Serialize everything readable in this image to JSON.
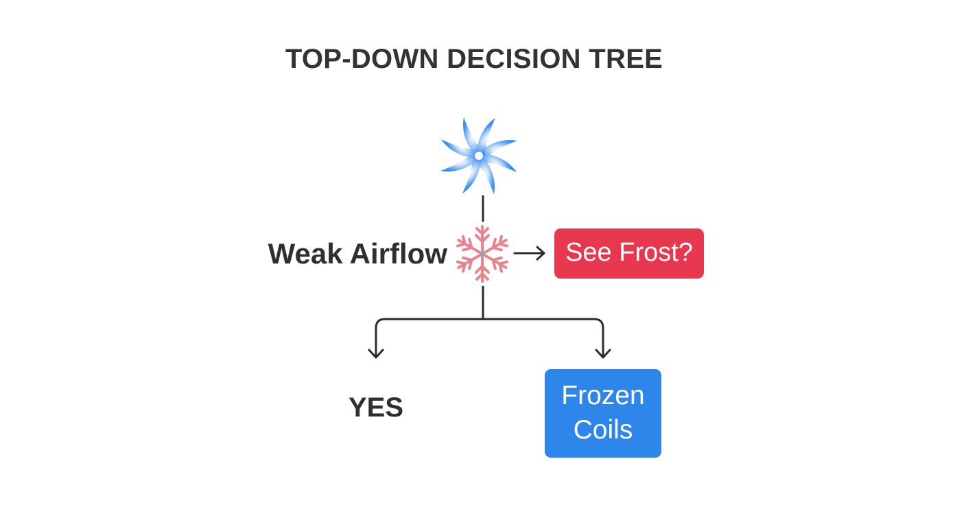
{
  "title": "TOP-DOWN DECISION TREE",
  "nodes": {
    "root_icon": "fan-swirl-icon",
    "weak_airflow": "Weak Airflow",
    "frost_icon": "snowflake-icon",
    "see_frost": "See Frost?",
    "yes": "YES",
    "frozen_coils_line1": "Frozen",
    "frozen_coils_line2": "Coils"
  },
  "colors": {
    "fan": "#3b8ff0",
    "snowflake": "#e8848c",
    "see_frost_box": "#e8384f",
    "frozen_coils_box": "#2f86ea",
    "connector": "#2b2b2b",
    "text": "#2f2f2f"
  }
}
